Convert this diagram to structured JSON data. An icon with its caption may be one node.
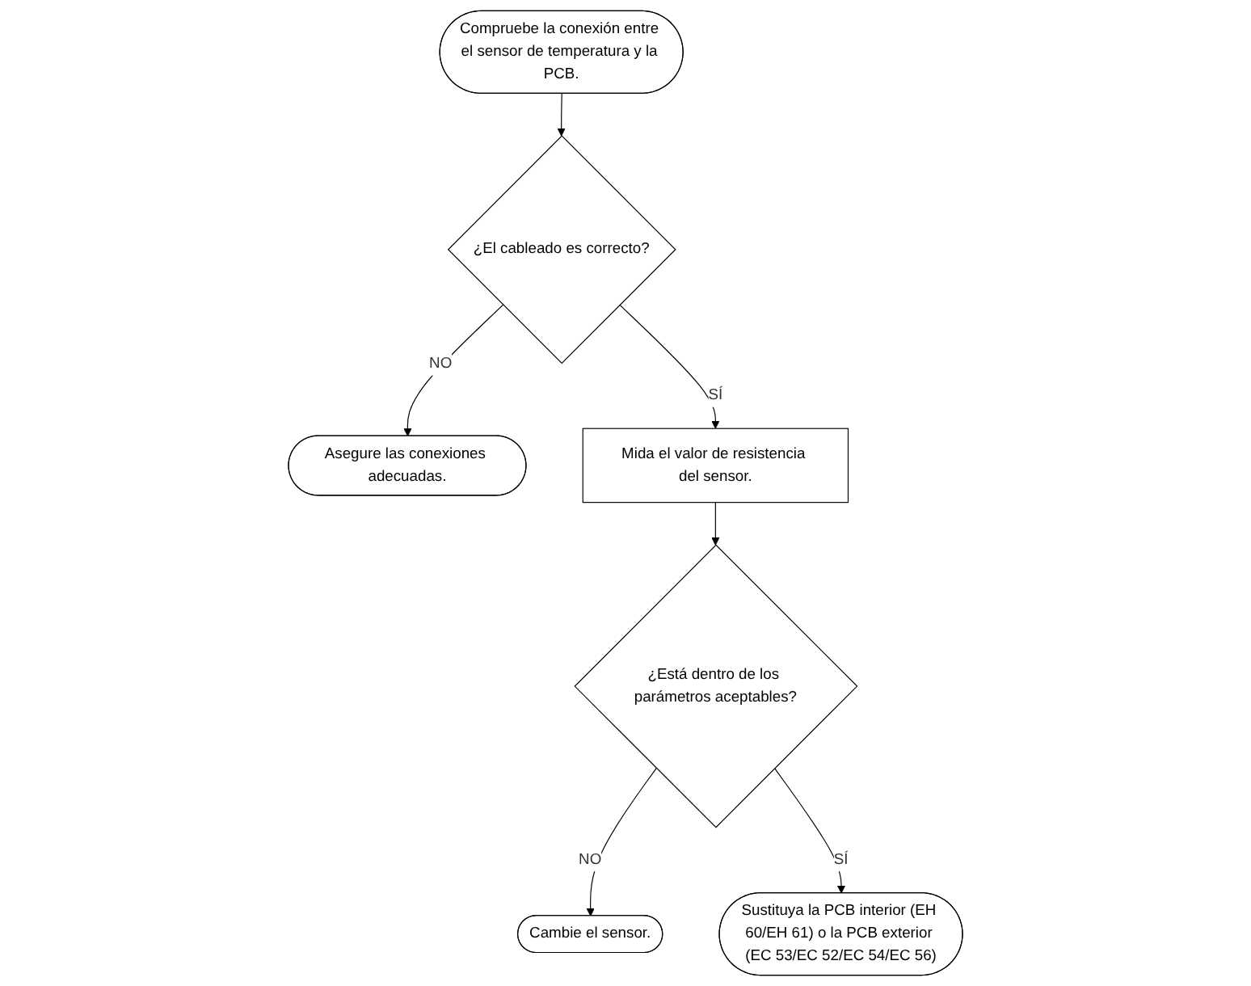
{
  "diagram": {
    "nodes": [
      {
        "text": [
          "Compruebe la conexión entre el sensor de temperatura y la PCB."
        ]
      },
      {
        "text": [
          "¿El cableado es correcto?"
        ]
      },
      {
        "text": [
          "Asegure las conexiones adecuadas."
        ]
      },
      {
        "text": [
          "Mida el valor de resistencia del sensor."
        ]
      },
      {
        "text": [
          "¿Está dentro de los parámetros aceptables?"
        ]
      },
      {
        "text": [
          "Cambie el sensor."
        ]
      },
      {
        "text": [
          "Sustituya la PCB interior (EH 60/EH 61) o la PCB exterior (EC 53/EC 52/EC 54/EC 56)"
        ]
      }
    ],
    "edges": [
      {
        "from": 0,
        "to": 1,
        "arrow": "to"
      },
      {
        "from": 1,
        "to": 2,
        "label": "NO",
        "arrow": "to"
      },
      {
        "from": 1,
        "to": 3,
        "label": "SÍ",
        "arrow": "to"
      },
      {
        "from": 3,
        "to": 4,
        "arrow": "to"
      },
      {
        "from": 4,
        "to": 5,
        "label": "NO",
        "arrow": "to"
      },
      {
        "from": 4,
        "to": 6,
        "label": "SÍ",
        "arrow": "to"
      }
    ]
  }
}
